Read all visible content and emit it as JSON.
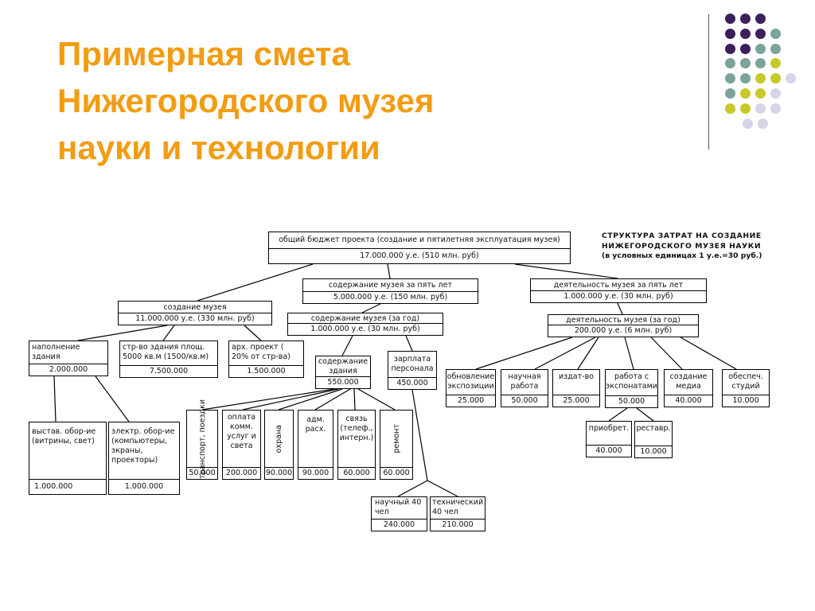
{
  "title": {
    "line1": "Примерная смета",
    "line2": "Нижегородского музея",
    "line3": "науки и технологии"
  },
  "decoration": {
    "colors": {
      "purple": "#3d1f5c",
      "teal": "#7aa39c",
      "lime": "#c7c92a",
      "lavender": "#d5d4e8"
    }
  },
  "caption": {
    "line1": "СТРУКТУРА ЗАТРАТ НА СОЗДАНИЕ",
    "line2": "НИЖЕГОРОДСКОГО МУЗЕЯ НАУКИ",
    "line3": "(в условных единицах 1 у.е.=30 руб.)"
  },
  "nodes": {
    "total": {
      "label": "общий бюджет проекта (создание и пятилетняя эксплуатация музея)",
      "value": "17.000.000 у.е. (510 млн. руб)"
    },
    "creation": {
      "label": "создание музея",
      "value": "11.000.000 у.е. (330 млн. руб)"
    },
    "upkeep5": {
      "label": "содержание музея за пять лет",
      "value": "5.000.000 у.е. (150 млн. руб)"
    },
    "activity5": {
      "label": "деятельность музея за пять лет",
      "value": "1.000.000 у.е. (30 млн. руб)"
    },
    "upkeep_year": {
      "label": "содержание музея (за год)",
      "value": "1.000.000 у.е. (30 млн. руб)"
    },
    "activity_year": {
      "label": "деятельность музея (за год)",
      "value": "200.000 у.е. (6 млн. руб)"
    },
    "filling": {
      "label": "наполнение здания",
      "value": "2.000.000"
    },
    "construction": {
      "label": "стр-во здания площ. 5000 кв.м (1500/кв.м)",
      "value": "7.500.000"
    },
    "arch": {
      "label": "арх. проект ( 20% от стр-ва)",
      "value": "1.500.000"
    },
    "building_upkeep": {
      "label": "содержание здания",
      "value": "550.000"
    },
    "salary": {
      "label": "зарплата персонала",
      "value": "450.000"
    },
    "exhib_equip": {
      "label": "выстав. обор-ие (витрины, свет)",
      "value": "1.000.000"
    },
    "elec_equip": {
      "label": "электр. обор-ие (компьютеры, экраны, проекторы)",
      "value": "1.000.000"
    },
    "transport": {
      "label": "транспорт, поездки",
      "value": "50.000"
    },
    "utilities": {
      "label": "оплата комм. услуг и света",
      "value": "200.000"
    },
    "security": {
      "label": "охрана",
      "value": "90.000"
    },
    "admin": {
      "label": "адм. расх.",
      "value": "90.000"
    },
    "comms": {
      "label": "связь (телеф., интерн.)",
      "value": "60.000"
    },
    "repair": {
      "label": "ремонт",
      "value": "60.000"
    },
    "scientific": {
      "label": "научный 40 чел",
      "value": "240.000"
    },
    "technical": {
      "label": "технический 40 чел",
      "value": "210.000"
    },
    "expo_update": {
      "label": "обновление экспозиции",
      "value": "25.000"
    },
    "research": {
      "label": "научная работа",
      "value": "50.000"
    },
    "publishing": {
      "label": "издат-во",
      "value": "25.000"
    },
    "exhibit_work": {
      "label": "работа с экспонатами",
      "value": "50.000"
    },
    "media": {
      "label": "создание медиа",
      "value": "40.000"
    },
    "studios": {
      "label": "обеспеч. студий",
      "value": "10.000"
    },
    "acquisition": {
      "label": "приобрет.",
      "value": "40.000"
    },
    "restoration": {
      "label": "реставр.",
      "value": "10.000"
    }
  }
}
